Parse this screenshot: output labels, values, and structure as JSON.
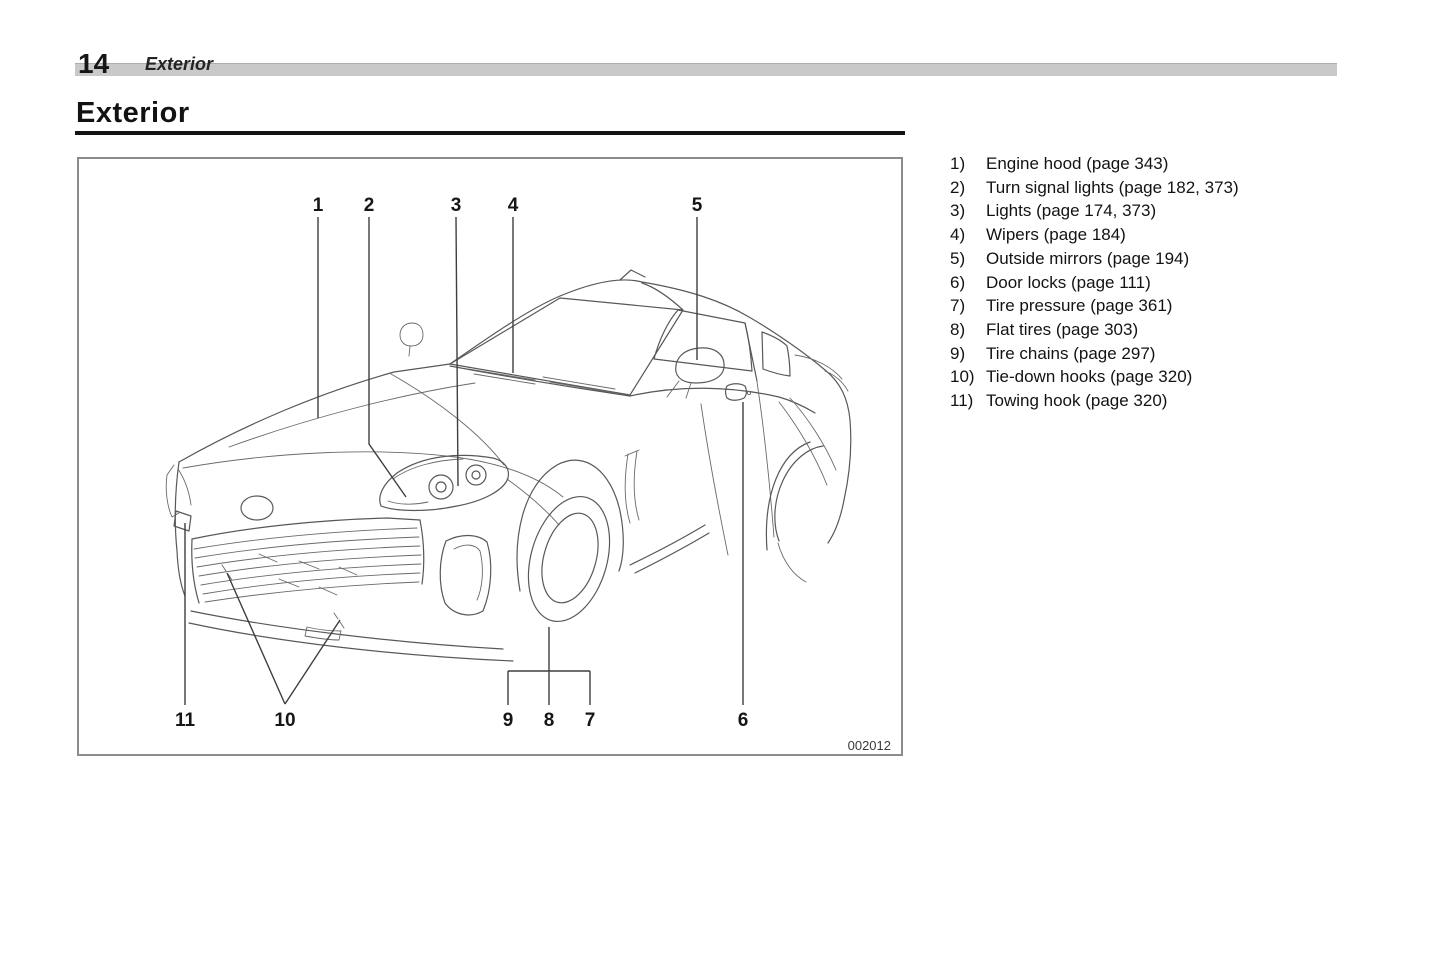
{
  "header": {
    "page_number": "14",
    "section": "Exterior"
  },
  "heading": "Exterior",
  "figure": {
    "image_code": "002012",
    "callouts": [
      "1",
      "2",
      "3",
      "4",
      "5",
      "6",
      "7",
      "8",
      "9",
      "10",
      "11"
    ]
  },
  "legend": {
    "items": [
      {
        "num": "1)",
        "label": "Engine hood (page 343)"
      },
      {
        "num": "2)",
        "label": "Turn signal lights (page 182, 373)"
      },
      {
        "num": "3)",
        "label": "Lights (page 174, 373)"
      },
      {
        "num": "4)",
        "label": "Wipers (page 184)"
      },
      {
        "num": "5)",
        "label": "Outside mirrors (page 194)"
      },
      {
        "num": "6)",
        "label": "Door locks (page 111)"
      },
      {
        "num": "7)",
        "label": "Tire pressure (page 361)"
      },
      {
        "num": "8)",
        "label": "Flat tires (page 303)"
      },
      {
        "num": "9)",
        "label": "Tire chains (page 297)"
      },
      {
        "num": "10)",
        "label": "Tie-down hooks (page 320)"
      },
      {
        "num": "11)",
        "label": "Towing hook (page 320)"
      }
    ]
  }
}
